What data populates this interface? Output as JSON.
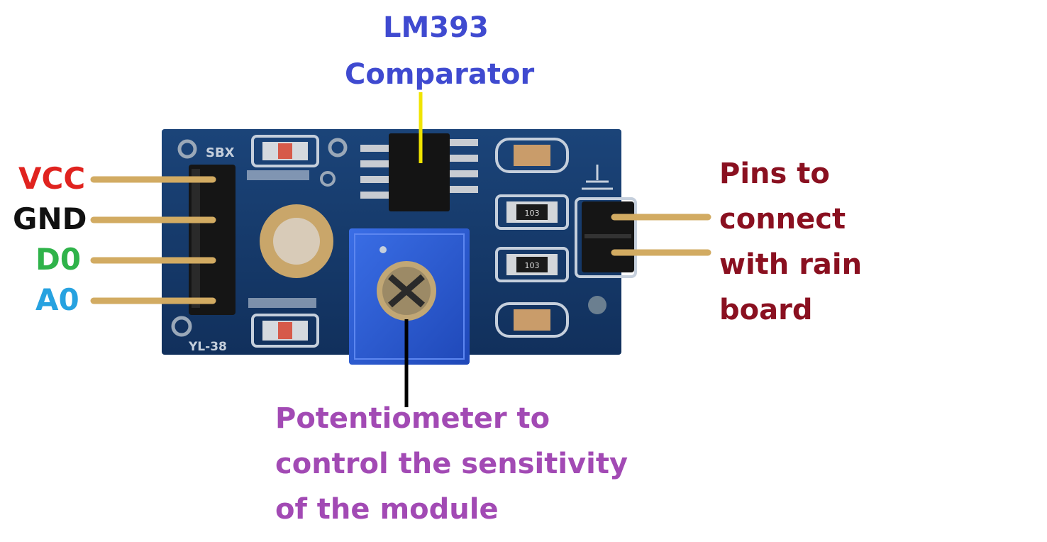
{
  "labels": {
    "vcc": "VCC",
    "gnd": "GND",
    "d0": "D0",
    "a0": "A0",
    "comparator_line1": "LM393",
    "comparator_line2": "Comparator",
    "rain_pins_lines": [
      "Pins to",
      "connect",
      "with rain",
      "board"
    ],
    "potentiometer_lines": [
      "Potentiometer to",
      "control the sensitivity",
      "of the module"
    ],
    "silk_sbx": "SBX",
    "silk_model": "YL-38",
    "resistor_code": "103"
  },
  "colors": {
    "vcc": "#e0231f",
    "gnd": "#111111",
    "d0": "#2fb34a",
    "a0": "#27a2e0",
    "comparator": "#3f4ad0",
    "rain_pins": "#8a1020",
    "potentiometer": "#a24ab4",
    "pcb": "#163a6b",
    "pin_gold": "#d2ab62",
    "pointer_yellow": "#f0e400",
    "pointer_black": "#000000",
    "pot_blue": "#2a5bd2"
  }
}
